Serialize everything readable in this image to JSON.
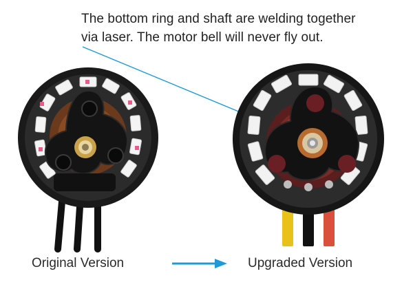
{
  "caption": {
    "line1": "The bottom ring and shaft are welding together",
    "line2": "via laser. The motor bell will never fly out."
  },
  "labels": {
    "original": "Original Version",
    "upgraded": "Upgraded Version"
  },
  "icons": {
    "arrow": "right-arrow-icon"
  },
  "colors": {
    "callout_line": "#1e9ad6",
    "arrow": "#1e9ad6",
    "wire_yellow": "#e8c21a",
    "wire_red": "#d9503c",
    "wire_black": "#111111",
    "magnet_pink": "#e85b8a"
  }
}
